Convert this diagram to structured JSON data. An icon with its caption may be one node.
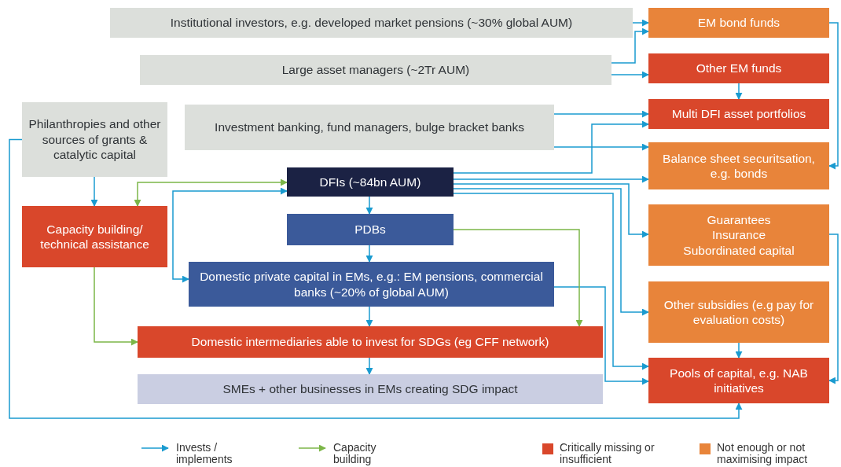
{
  "diagram": {
    "nodes": [
      {
        "text": [
          "Institutional investors, e.g. developed market pensions (~30% global AUM)"
        ]
      },
      {
        "text": [
          "Large asset managers (~2Tr AUM)"
        ]
      },
      {
        "text": [
          "Philanthropies and other sources of grants & catalytic capital"
        ]
      },
      {
        "text": [
          "Investment banking, fund managers, bulge bracket banks"
        ]
      },
      {
        "text": [
          "DFIs (~84bn AUM)"
        ]
      },
      {
        "text": [
          "Capacity building/ technical assistance"
        ]
      },
      {
        "text": [
          "PDBs"
        ]
      },
      {
        "text": [
          "Domestic private capital in EMs, e.g.: EM pensions, commercial banks (~20% of global AUM)"
        ]
      },
      {
        "text": [
          "Domestic intermediaries able to invest for SDGs (eg CFF network)"
        ]
      },
      {
        "text": [
          "SMEs + other businesses in EMs creating SDG impact"
        ]
      },
      {
        "text": [
          "EM bond funds"
        ]
      },
      {
        "text": [
          "Other EM funds"
        ]
      },
      {
        "text": [
          "Multi DFI asset portfolios"
        ]
      },
      {
        "text": [
          "Balance sheet securitsation, e.g. bonds"
        ]
      },
      {
        "text": [
          "Guarantees",
          "Insurance",
          "Subordinated capital"
        ]
      },
      {
        "text": [
          "Other subsidies (e.g pay for evaluation costs)"
        ]
      },
      {
        "text": [
          "Pools of capital, e.g. NAB initiatives"
        ]
      }
    ],
    "edges": [
      {
        "from": 0,
        "to": 10,
        "arrow": "to"
      },
      {
        "from": 1,
        "to": 10,
        "arrow": "to"
      },
      {
        "from": 1,
        "to": 11,
        "arrow": "to"
      },
      {
        "from": 11,
        "to": 12,
        "arrow": "to"
      },
      {
        "from": 3,
        "to": 12,
        "arrow": "to"
      },
      {
        "from": 4,
        "to": 12,
        "arrow": "to"
      },
      {
        "from": 3,
        "to": 13,
        "arrow": "to"
      },
      {
        "from": 4,
        "to": 13,
        "arrow": "to"
      },
      {
        "from": 4,
        "to": 14,
        "arrow": "to"
      },
      {
        "from": 4,
        "to": 15,
        "arrow": "to"
      },
      {
        "from": 4,
        "to": 16,
        "arrow": "to"
      },
      {
        "from": 7,
        "to": 16,
        "arrow": "to"
      },
      {
        "from": 15,
        "to": 16,
        "arrow": "to"
      },
      {
        "from": 2,
        "to": 16,
        "arrow": "to"
      },
      {
        "from": 10,
        "to": 13,
        "arrow": "to"
      },
      {
        "from": 14,
        "to": 16,
        "arrow": "to"
      },
      {
        "from": 2,
        "to": 5,
        "arrow": "to"
      },
      {
        "from": 4,
        "to": 5,
        "arrow": "both",
        "color": "#7cb648"
      },
      {
        "from": 4,
        "to": 7,
        "arrow": "both"
      },
      {
        "from": 4,
        "to": 6,
        "arrow": "to"
      },
      {
        "from": 6,
        "to": 7,
        "arrow": "to"
      },
      {
        "from": 7,
        "to": 8,
        "arrow": "to"
      },
      {
        "from": 8,
        "to": 9,
        "arrow": "to"
      },
      {
        "from": 6,
        "to": 8,
        "arrow": "to",
        "color": "#7cb648"
      },
      {
        "from": 5,
        "to": 8,
        "arrow": "to",
        "color": "#7cb648"
      }
    ],
    "legend": [
      {
        "text": "Invests / implements"
      },
      {
        "text": "Capacity building"
      },
      {
        "text": "Critically missing or insufficient",
        "color": "#d9472b"
      },
      {
        "text": "Not enough or not maximising impact",
        "color": "#e8843a"
      }
    ]
  }
}
